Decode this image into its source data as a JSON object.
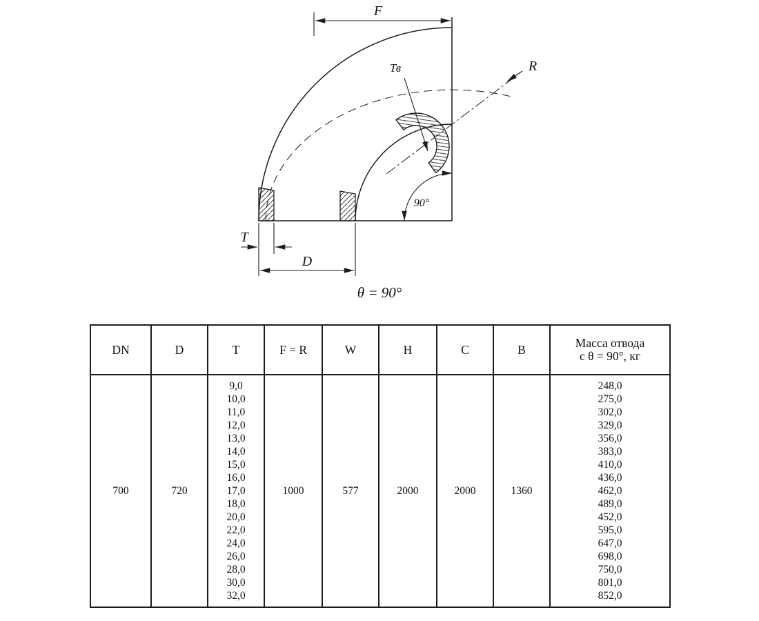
{
  "drawing": {
    "labels": {
      "f": "F",
      "r": "R",
      "tv": "Тв",
      "t": "T",
      "d": "D",
      "angle": "90°",
      "caption": "θ = 90°"
    }
  },
  "table": {
    "headers": [
      "DN",
      "D",
      "T",
      "F = R",
      "W",
      "H",
      "C",
      "B",
      "Масса отвода\nс θ =  90°, кг"
    ],
    "row": {
      "dn": "700",
      "d": "720",
      "t": [
        "9,0",
        "10,0",
        "11,0",
        "12,0",
        "13,0",
        "14,0",
        "15,0",
        "16,0",
        "17,0",
        "18,0",
        "20,0",
        "22,0",
        "24,0",
        "26,0",
        "28,0",
        "30,0",
        "32,0"
      ],
      "f_r": "1000",
      "w": "577",
      "h": "2000",
      "c": "2000",
      "b": "1360",
      "mass": [
        "248,0",
        "275,0",
        "302,0",
        "329,0",
        "356,0",
        "383,0",
        "410,0",
        "436,0",
        "462,0",
        "489,0",
        "452,0",
        "595,0",
        "647,0",
        "698,0",
        "750,0",
        "801,0",
        "852,0"
      ]
    }
  }
}
